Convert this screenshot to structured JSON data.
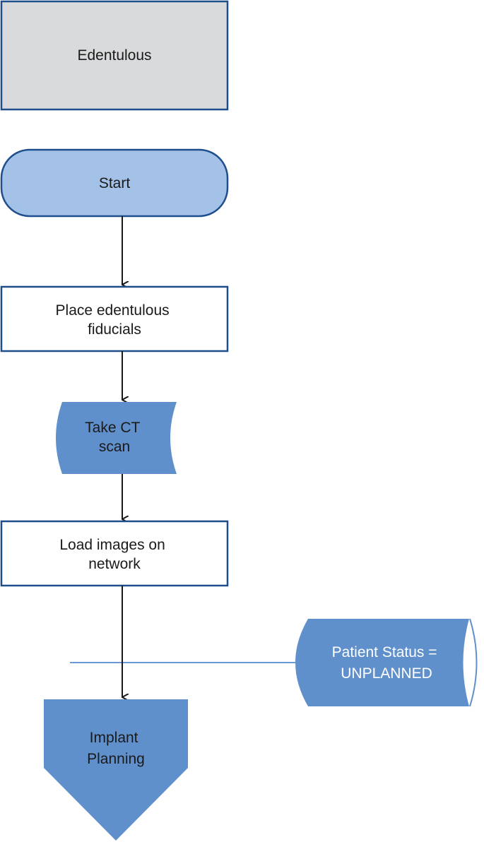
{
  "colors": {
    "stroke": "#1f4e8c",
    "header_fill": "#d9dadb",
    "start_fill": "#a4c2e8",
    "shape_fill": "#6090cc",
    "connector": "#1a1a1a",
    "status_line": "#6a98d4",
    "dark_text": "#1a1a1a",
    "light_text": "#ffffff"
  },
  "nodes": {
    "edentulous": {
      "label": "Edentulous"
    },
    "start": {
      "label": "Start"
    },
    "place_fiducials": {
      "lines": [
        "Place edentulous",
        "fiducials"
      ]
    },
    "ct_scan": {
      "lines": [
        "Take CT",
        "scan"
      ]
    },
    "load_images": {
      "lines": [
        "Load images on",
        "network"
      ]
    },
    "patient_status": {
      "lines": [
        "Patient Status =",
        "UNPLANNED"
      ]
    },
    "implant_planning": {
      "lines": [
        "Implant",
        "Planning"
      ]
    }
  }
}
